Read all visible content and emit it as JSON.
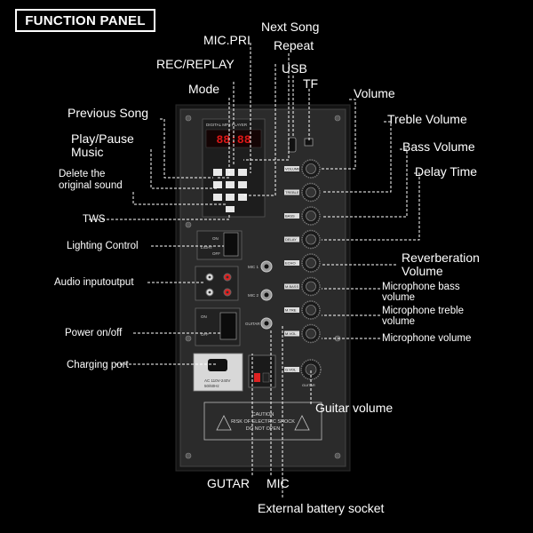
{
  "title": "FUNCTION PANEL",
  "labels": {
    "next_song": "Next Song",
    "mic_pri": "MIC.PRI",
    "repeat": "Repeat",
    "rec_replay": "REC/REPLAY",
    "usb": "USB",
    "tf": "TF",
    "mode": "Mode",
    "volume": "Volume",
    "previous_song": "Previous Song",
    "treble_volume": "Treble Volume",
    "play_pause": "Play/Pause Music",
    "bass_volume": "Bass Volume",
    "delete_original": "Delete the original sound",
    "delay_time": "Delay Time",
    "tws": "TWS",
    "lighting_control": "Lighting Control",
    "reverberation_volume": "Reverberation Volume",
    "audio_io": "Audio inputoutput",
    "mic_bass_volume": "Microphone bass volume",
    "mic_treble_volume": "Microphone treble volume",
    "power": "Power on/off",
    "mic_volume": "Microphone volume",
    "charging_port": "Charging port",
    "guitar_volume": "Guitar volume",
    "gutar": "GUTAR",
    "mic": "MIC",
    "external_battery": "External battery socket"
  },
  "panel": {
    "display_caption": "DIGITAL MP3 PLAYER",
    "display_digits": "88:88",
    "knob_labels": [
      "VOLUME",
      "TREBLE",
      "BASS",
      "DELAY",
      "ECHO",
      "M.BASS",
      "M.TRE",
      "M.VOL",
      "G.VOL"
    ],
    "guitar_tag": "GUITAR",
    "light_on": "ON",
    "light_off": "OFF",
    "light_label": "LIGHT",
    "power_on": "ON",
    "power_off": "OFF",
    "mic1": "MIC 1",
    "mic2": "MIC 2",
    "guitar_jack": "GUITAR",
    "ac_text_1": "AC 110V-240V",
    "ac_text_2": "50/60Hz",
    "warning_1": "CAUTION",
    "warning_2": "RISK OF ELECTRIC SHOCK",
    "warning_3": "DO NOT OPEN"
  },
  "colors": {
    "background": "#000000",
    "panel_face": "#2b2b2b",
    "panel_frame": "#141414",
    "display_red": "#e01818",
    "leader_line": "#ffffff"
  }
}
